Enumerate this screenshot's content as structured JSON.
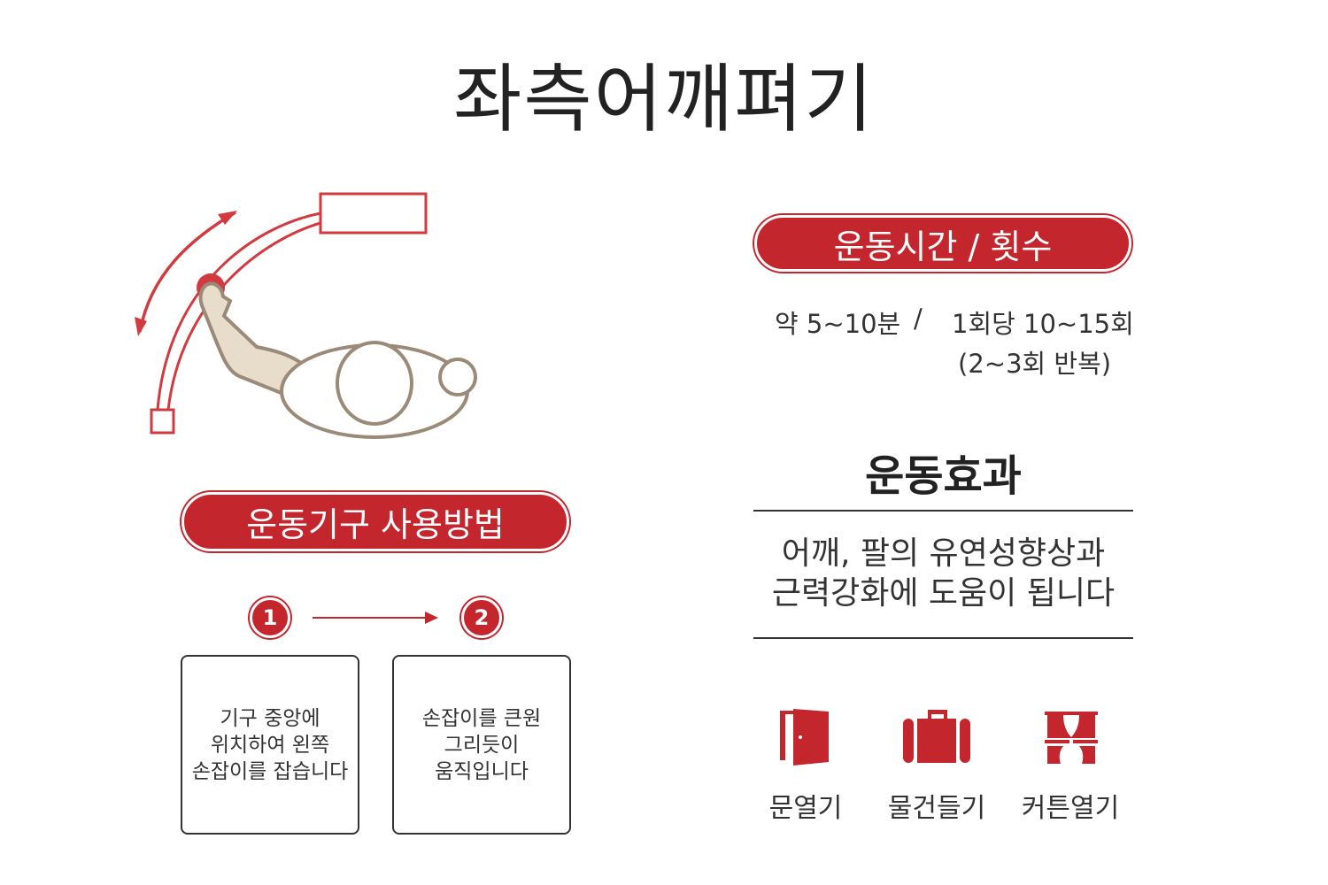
{
  "title": "좌측어깨펴기",
  "time_pill": "운동시간 / 횟수",
  "time_line1": "약 5~10분",
  "time_sep": "/",
  "time_line1b": "1회당 10~15회",
  "time_line2": "(2~3회 반복)",
  "effect_heading": "운동효과",
  "effect_line1": "어깨, 팔의 유연성향상과",
  "effect_line2": "근력강화에 도움이 됩니다",
  "method_pill": "운동기구 사용방법",
  "steps": [
    {
      "num": "1",
      "l1": "기구 중앙에",
      "l2": "위치하여 왼쪽",
      "l3": "손잡이를 잡습니다"
    },
    {
      "num": "2",
      "l1": "손잡이를 큰원",
      "l2": "그리듯이",
      "l3": "움직입니다"
    }
  ],
  "activities": [
    {
      "label": "문열기",
      "icon": "door-icon"
    },
    {
      "label": "물건들기",
      "icon": "suitcase-icon"
    },
    {
      "label": "커튼열기",
      "icon": "curtain-icon"
    }
  ],
  "colors": {
    "accent": "#c4262e",
    "skin": "#e8dccb",
    "outline": "#9c8a78"
  }
}
